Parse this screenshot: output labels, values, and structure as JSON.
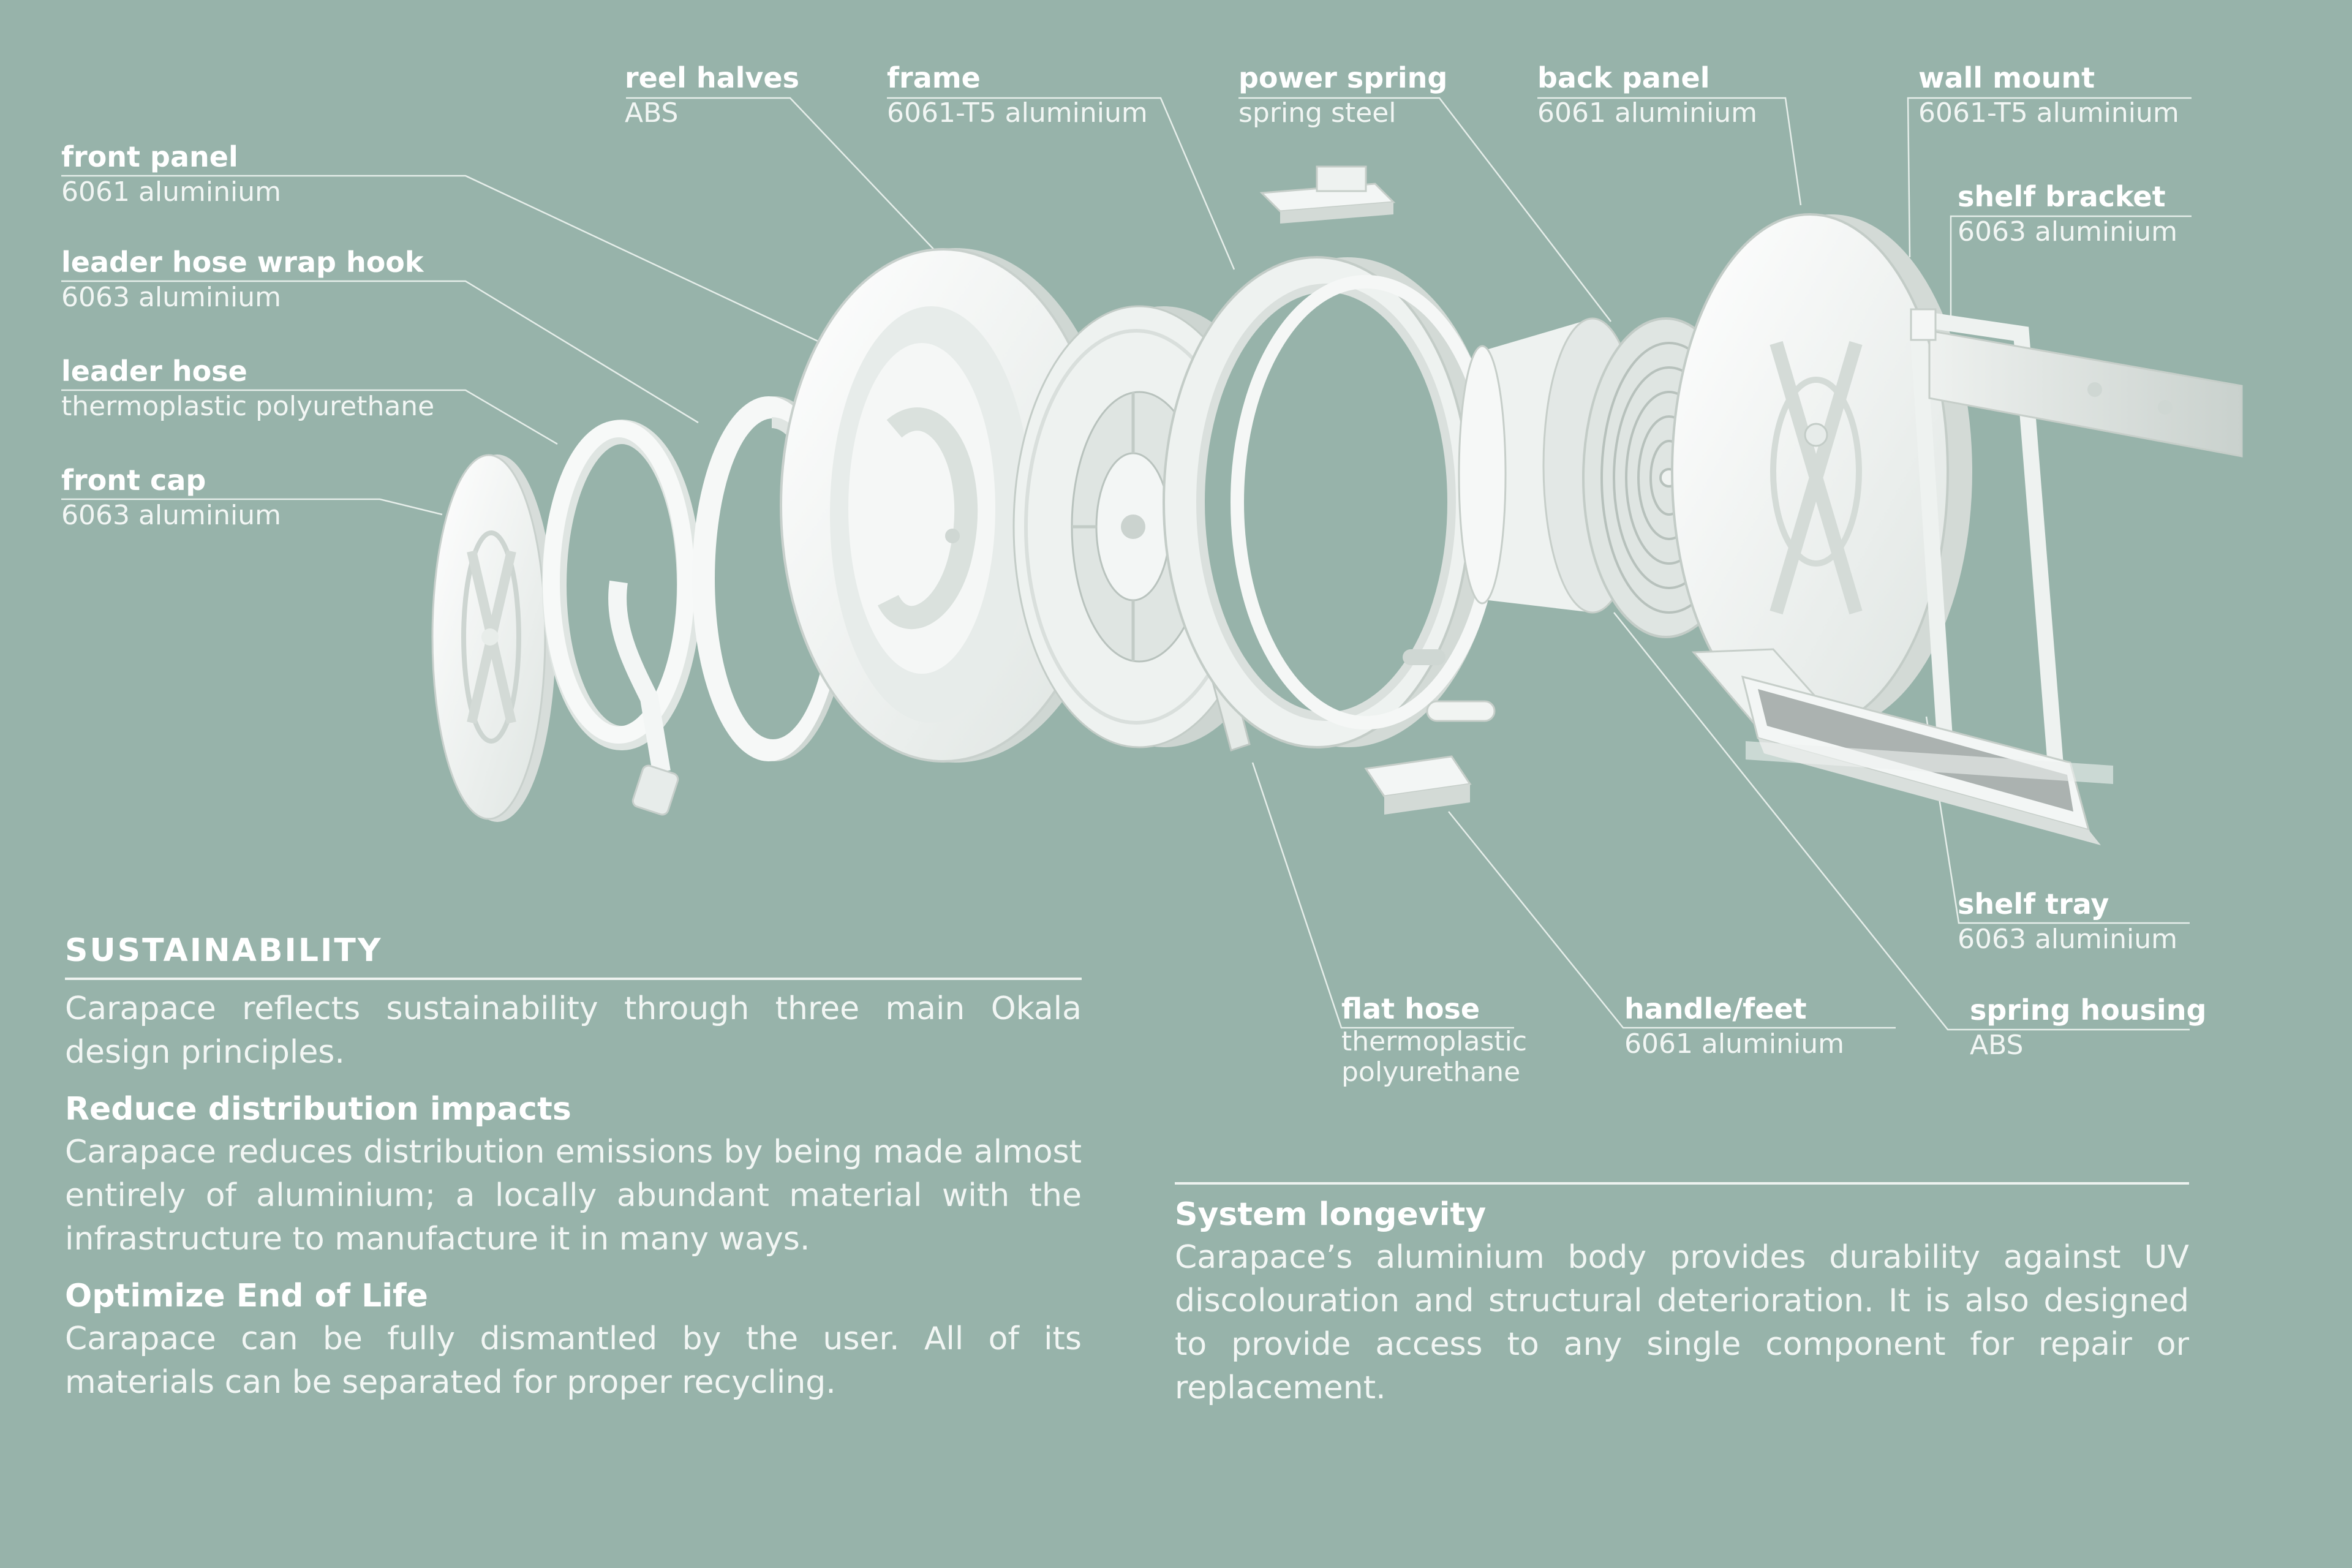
{
  "labels": {
    "front_panel": {
      "name": "front panel",
      "material": "6061 aluminium"
    },
    "leader_hook": {
      "name": "leader hose wrap hook",
      "material": "6063 aluminium"
    },
    "leader_hose": {
      "name": "leader hose",
      "material": "thermoplastic polyurethane"
    },
    "front_cap": {
      "name": "front cap",
      "material": "6063 aluminium"
    },
    "reel_halves": {
      "name": "reel halves",
      "material": "ABS"
    },
    "frame": {
      "name": "frame",
      "material": "6061-T5 aluminium"
    },
    "power_spring": {
      "name": "power spring",
      "material": "spring steel"
    },
    "back_panel": {
      "name": "back panel",
      "material": "6061 aluminium"
    },
    "wall_mount": {
      "name": "wall mount",
      "material": "6061-T5 aluminium"
    },
    "shelf_bracket": {
      "name": "shelf bracket",
      "material": "6063 aluminium"
    },
    "shelf_tray": {
      "name": "shelf tray",
      "material": "6063 aluminium"
    },
    "spring_housing": {
      "name": "spring housing",
      "material": "ABS"
    },
    "handle_feet": {
      "name": "handle/feet",
      "material": "6061 aluminium"
    },
    "flat_hose": {
      "name": "flat hose",
      "material_line1": "thermoplastic",
      "material_line2": "polyurethane"
    }
  },
  "sustainability": {
    "title": "SUSTAINABILITY",
    "intro": "Carapace reflects sustainability through three main Okala design principles.",
    "reduce_heading": "Reduce distribution impacts",
    "reduce_text": "Carapace reduces distribution emissions by being made almost entirely of aluminium; a locally abundant material with the infrastructure to manufacture it in many ways.",
    "eol_heading": "Optimize End of Life",
    "eol_text": "Carapace can be fully dismantled by the user. All of its materials can be separated for proper recycling."
  },
  "longevity": {
    "heading": "System longevity",
    "text": "Carapace’s aluminium body provides durability against UV discolouration and structural deterioration. It is also designed to provide access to any single component for repair or replacement."
  },
  "colors": {
    "background": "#97b3aa",
    "part_white": "#f4f6f5",
    "part_shade": "#d6dcd9",
    "leader_line": "#e6eeea"
  }
}
